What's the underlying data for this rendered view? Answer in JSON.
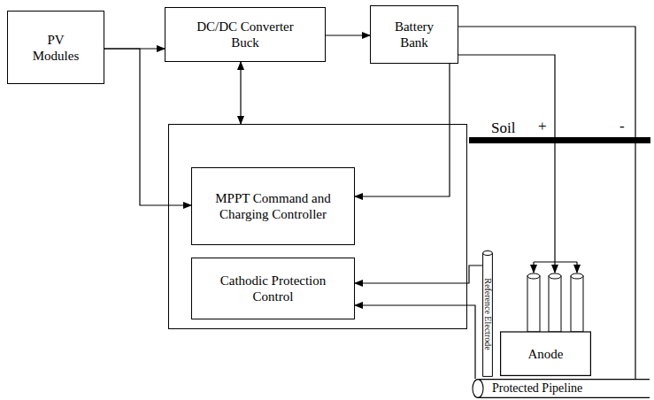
{
  "diagram": {
    "nodes": [
      {
        "text": [
          "PV Modules"
        ]
      },
      {
        "text": [
          "DC/DC Converter Buck"
        ]
      },
      {
        "text": [
          "Battery Bank"
        ]
      },
      {
        "text": []
      },
      {
        "text": [
          "MPPT Command and Charging Controller"
        ],
        "in": 3
      },
      {
        "text": [
          "Cathodic Protection Control"
        ],
        "in": 3
      },
      {
        "text": [
          "Reference Electrode"
        ]
      },
      {
        "text": [
          "Anode"
        ]
      },
      {
        "text": [
          "Protected Pipeline"
        ]
      }
    ],
    "edges": [
      {
        "from": 0,
        "to": 1,
        "arrow": "to"
      },
      {
        "from": 1,
        "to": 2,
        "arrow": "to"
      },
      {
        "from": 1,
        "to": 3,
        "arrow": "both"
      },
      {
        "from": 0,
        "to": 4,
        "arrow": "to"
      },
      {
        "from": 2,
        "to": 4,
        "arrow": "to"
      },
      {
        "from": 2,
        "to": 7,
        "arrow": "to"
      },
      {
        "from": 2,
        "to": 8,
        "arrow": "none"
      },
      {
        "from": 6,
        "to": 5,
        "arrow": "to"
      },
      {
        "from": 8,
        "to": 5,
        "arrow": "to"
      }
    ],
    "labels": [
      "Soil",
      "+",
      "-"
    ]
  }
}
